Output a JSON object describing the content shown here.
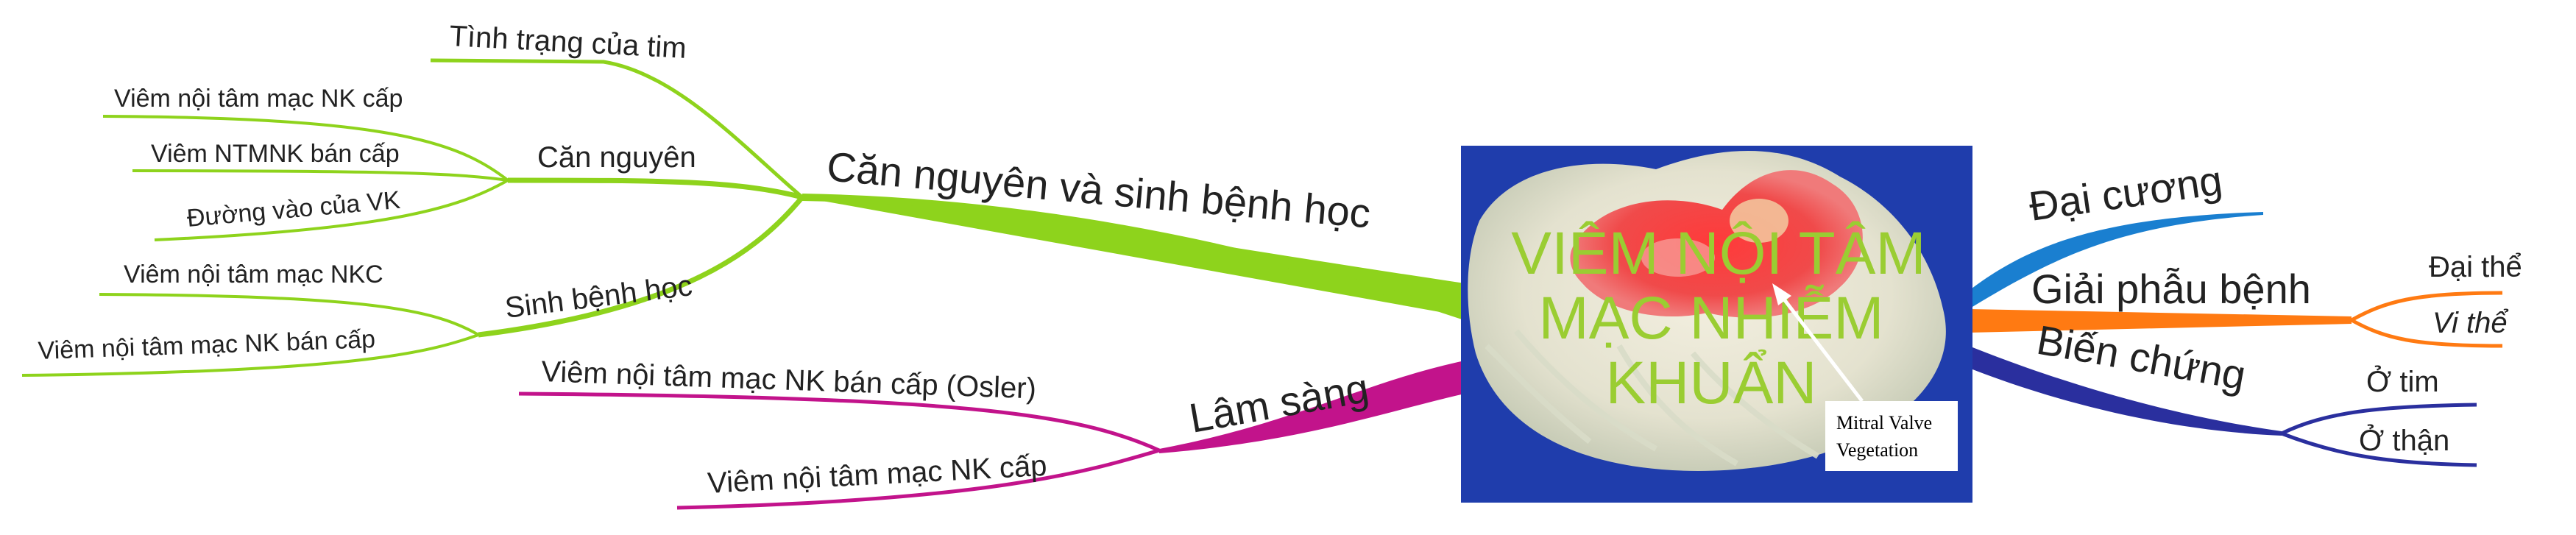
{
  "central": {
    "title_lines": [
      "VIÊM NỘI TÂM",
      "MẠC NHIỄM",
      "KHUẨN"
    ],
    "image_label_lines": [
      "Mitral Valve",
      "Vegetation"
    ],
    "image_description": "photo of heart valve tissue with red vegetation on blue background"
  },
  "colors": {
    "green": "#8ed31c",
    "magenta": "#c2138b",
    "blue": "#1a7fd0",
    "orange": "#ff7a12",
    "navy": "#2a2f9e",
    "photo_bg": "#1c3aa8",
    "center_text": "#9acd32"
  },
  "branches": {
    "can_nguyen_sinh_benh_hoc": {
      "label": "Căn nguyên và sinh bệnh học",
      "tinh_trang": "Tình trạng của tim",
      "can_nguyen": {
        "label": "Căn nguyên",
        "children": [
          "Viêm nội tâm mạc NK cấp",
          "Viêm NTMNK bán cấp",
          "Đường vào của VK"
        ]
      },
      "sinh_benh_hoc": {
        "label": "Sinh bệnh học",
        "children": [
          "Viêm nội tâm mạc NKC",
          "Viêm nội tâm mạc NK bán cấp"
        ]
      }
    },
    "lam_sang": {
      "label": "Lâm sàng",
      "children": [
        "Viêm nội tâm mạc NK bán cấp (Osler)",
        "Viêm nội tâm mạc NK cấp"
      ]
    },
    "dai_cuong": {
      "label": "Đại cương"
    },
    "giai_phau_benh": {
      "label": "Giải phẫu bệnh",
      "children": [
        "Đại thể",
        "Vi thể"
      ]
    },
    "bien_chung": {
      "label": "Biến chứng",
      "children": [
        "Ở tim",
        "Ở thận"
      ]
    }
  }
}
